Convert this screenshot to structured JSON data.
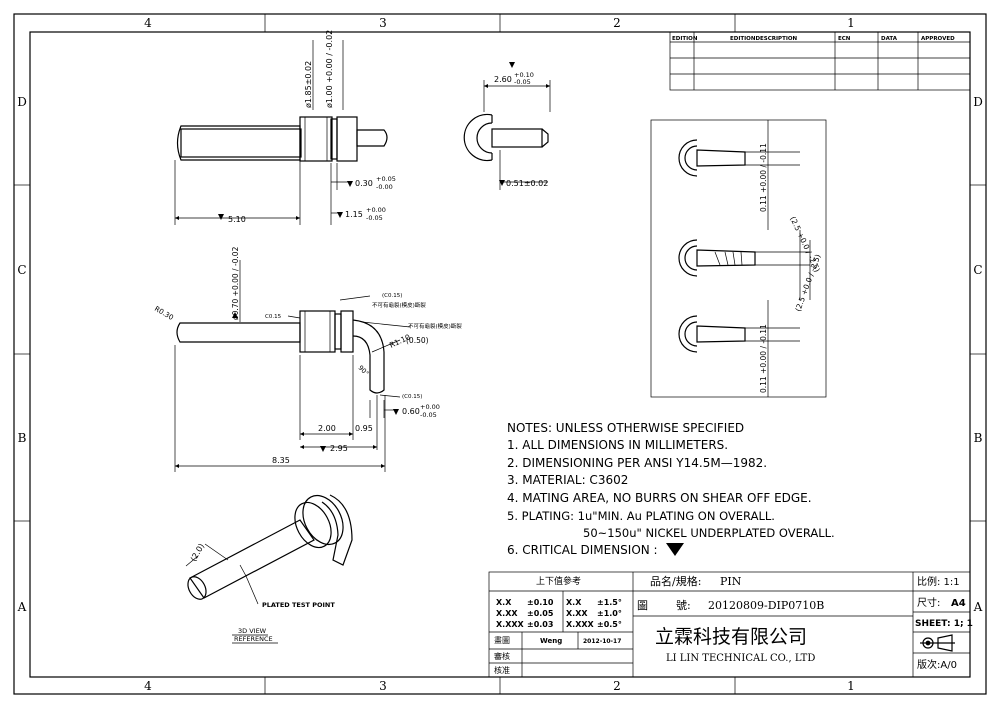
{
  "zones": {
    "columns": [
      "4",
      "3",
      "2",
      "1"
    ],
    "rows": [
      "D",
      "C",
      "B",
      "A"
    ]
  },
  "revision_table": {
    "headers": [
      "EDITION",
      "EDITIONDESCRIPTION",
      "ECN",
      "DATA",
      "APPROVED"
    ]
  },
  "top_view": {
    "dia_185": "ø1.85±0.02",
    "dia_100": "ø1.00 +0.00 / -0.02",
    "dim_030": "0.30",
    "dim_030_tol_plus": "+0.05",
    "dim_030_tol_minus": "-0.00",
    "dim_115": "1.15",
    "dim_115_tol_plus": "+0.00",
    "dim_115_tol_minus": "-0.05",
    "dim_510": "5.10"
  },
  "end_view": {
    "dim_260": "2.60",
    "dim_260_tol_plus": "+0.10",
    "dim_260_tol_minus": "-0.05",
    "dim_051": "0.51±0.02"
  },
  "side_view": {
    "r030": "R0.30",
    "dia_070": "ø0.70 +0.00 / -0.02",
    "c015_a": "C0.15",
    "c015_b": "(C0.15)",
    "c015_c": "(C0.15)",
    "note_no_crack_1": "不可有龜裂(模皮)斷裂",
    "note_no_crack_2": "不可有龜裂(模皮)斷裂",
    "r110": "R1.10",
    "dim_050": "(0.50)",
    "angle": "90°",
    "dim_060": "0.60",
    "dim_060_tol_plus": "+0.00",
    "dim_060_tol_minus": "-0.05",
    "dim_200": "2.00",
    "dim_095": "0.95",
    "dim_295": "2.95",
    "dim_835": "8.35"
  },
  "detail_box": {
    "dim_011_a": "0.11 +0.00 / -0.11",
    "dim_25_a": "(2.5 +0.0 / -2.5)",
    "dim_25_b": "(2.5 +0.0 / -2.5)",
    "dim_011_b": "0.11 +0.00 / -0.11"
  },
  "notes": {
    "title": "NOTES:   UNLESS OTHERWISE SPECIFIED",
    "n1": "1.  ALL DIMENSIONS IN MILLIMETERS.",
    "n2": "2.  DIMENSIONING PER ANSI Y14.5M—1982.",
    "n3": "3.  MATERIAL:  C3602",
    "n4": "4.  MATING AREA, NO BURRS ON SHEAR OFF EDGE.",
    "n5a": "5.  PLATING: 1u\"MIN.  Au PLATING ON OVERALL.",
    "n5b": "50~150u\"  NICKEL UNDERPLATED OVERALL.",
    "n6": "6.  CRITICAL DIMENSION :"
  },
  "view_3d": {
    "dim_20": "(2.0)",
    "plated_label": "PLATED TEST POINT",
    "caption1": "3D  VIEW",
    "caption2": "REFERENCE"
  },
  "title_block": {
    "tolerance_header": "上下值參考",
    "tol_rows": [
      {
        "k1": "X.X",
        "v1": "±0.10",
        "k2": "X.X",
        "v2": "±1.5°"
      },
      {
        "k1": "X.XX",
        "v1": "±0.05",
        "k2": "X.XX",
        "v2": "±1.0°"
      },
      {
        "k1": "X.XXX",
        "v1": "±0.03",
        "k2": "X.XXX",
        "v2": "±0.5°"
      }
    ],
    "drawn_label": "畫圖",
    "drawn_by": "Weng",
    "drawn_date": "2012-10-17",
    "check_label": "審核",
    "approve_label": "核准",
    "name_label": "品名/規格:",
    "name_value": "PIN",
    "dwg_label": "圖        號:",
    "dwg_value": "20120809-DIP0710B",
    "company_cn": "立霖科技有限公司",
    "company_en": "LI LIN TECHNICAL CO., LTD",
    "scale": "比例: 1:1",
    "size_label": "尺寸:",
    "size_value": "A4",
    "sheet": "SHEET: 1; 1",
    "version": "版次:A/0"
  }
}
